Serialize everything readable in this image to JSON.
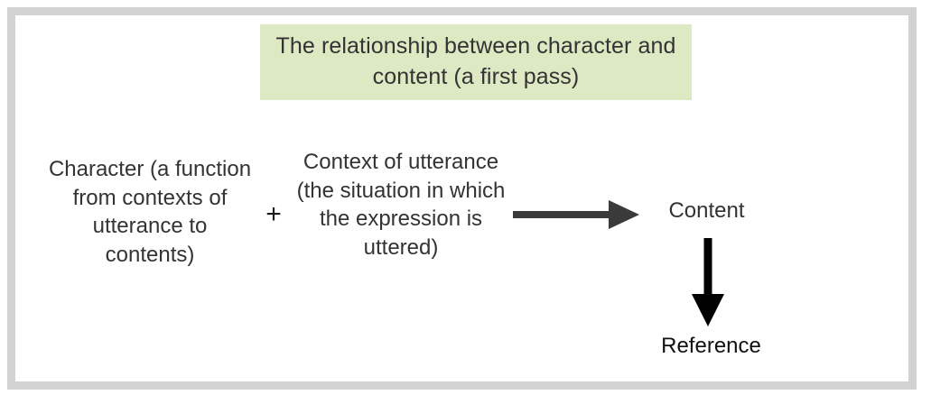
{
  "figure": {
    "title": "The relationship between character and content (a first pass)",
    "title_line_1": "The relationship between character",
    "title_line_2": "and content (a first pass)",
    "banner_color": "#dce9c3",
    "frame_color": "#d2d2d2",
    "background_color": "#ffffff",
    "text_color": "#333333"
  },
  "nodes": {
    "character": "Character (a function from contexts of utterance to contents)",
    "context": "Context of utterance (the situation in which the expression is uttered)",
    "content": "Content",
    "reference": "Reference"
  },
  "operators": {
    "plus": "+"
  },
  "arrows": [
    {
      "name": "character-plus-context-to-content",
      "direction": "right",
      "color": "#3a3a3a",
      "from": "context",
      "to": "content"
    },
    {
      "name": "content-to-reference",
      "direction": "down",
      "color": "#000000",
      "from": "content",
      "to": "reference"
    }
  ]
}
